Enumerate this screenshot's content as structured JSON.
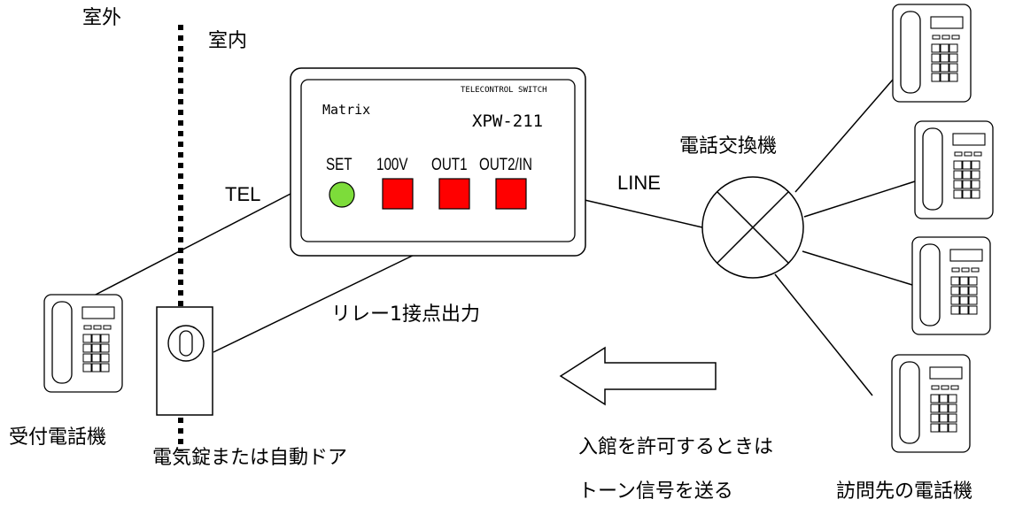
{
  "labels": {
    "outdoor": "室外",
    "indoor": "室内",
    "tel": "TEL",
    "line": "LINE",
    "exchange": "電話交換機",
    "relay": "リレー1接点出力",
    "reception_phone": "受付電話機",
    "lock": "電気錠または自動ドア",
    "tone_line1": "入館を許可するときは",
    "tone_line2": "トーン信号を送る",
    "destination_phones": "訪問先の電話機"
  },
  "device": {
    "brand": "Matrix",
    "header": "TELECONTROL SWITCH",
    "model": "XPW-211",
    "indicators": [
      {
        "label": "SET",
        "color": "#7ddc3a",
        "shape": "circle"
      },
      {
        "label": "100V",
        "color": "#ff0000",
        "shape": "square"
      },
      {
        "label": "OUT1",
        "color": "#ff0000",
        "shape": "square"
      },
      {
        "label": "OUT2/IN",
        "color": "#ff0000",
        "shape": "square"
      }
    ]
  },
  "icons": {
    "phone": "desk-telephone-icon",
    "exchange": "crossed-circle-switch-icon",
    "arrow": "left-arrow-icon",
    "lock": "door-lock-icon"
  }
}
